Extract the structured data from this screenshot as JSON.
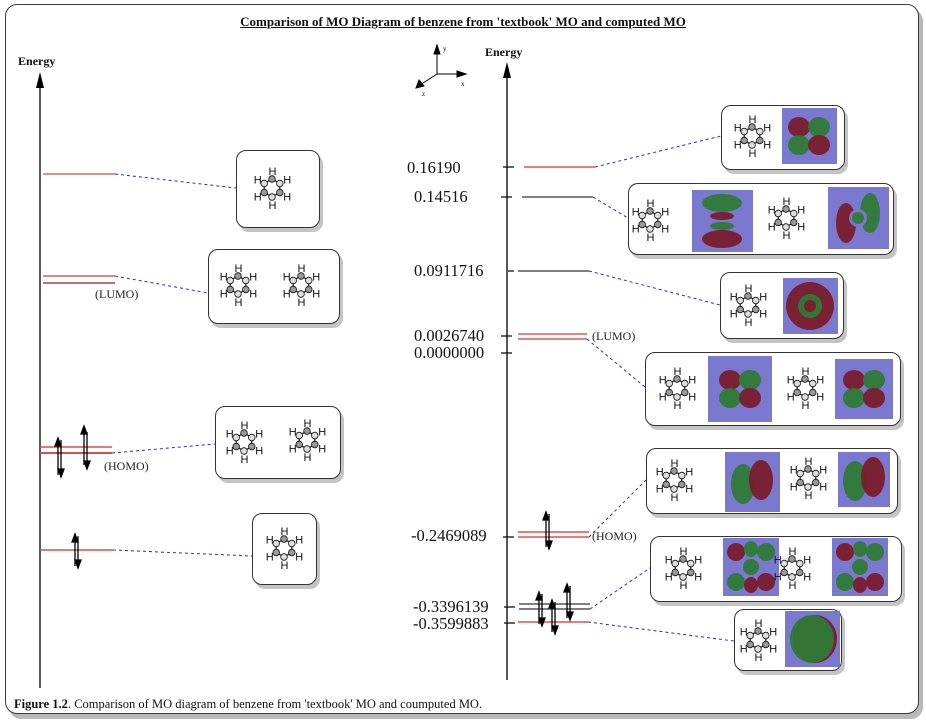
{
  "title": "Comparison of MO Diagram of benzene from 'textbook' MO and computed MO",
  "caption": {
    "label": "Figure 1.2",
    "text": ". Comparison of MO diagram of benzene from 'textbook' MO and coumputed MO."
  },
  "left_panel": {
    "axis_label": "Energy",
    "levels": [
      {
        "id": "l-top",
        "degenerate": 1,
        "color": "#d46a6a",
        "label": "",
        "electrons": 0,
        "orbital_images": 1
      },
      {
        "id": "l-lumo",
        "degenerate": 2,
        "color": "#b03a3a",
        "label": "(LUMO)",
        "electrons": 0,
        "orbital_images": 2
      },
      {
        "id": "l-homo",
        "degenerate": 2,
        "color": "#d94d4d",
        "label": "(HOMO)",
        "electrons": 4,
        "orbital_images": 2
      },
      {
        "id": "l-bottom",
        "degenerate": 1,
        "color": "#d94d4d",
        "label": "",
        "electrons": 2,
        "orbital_images": 1
      }
    ]
  },
  "right_panel": {
    "axis_label": "Energy",
    "axes_triad": {
      "x": "x",
      "y": "y",
      "z": "z"
    },
    "energy_ticks": [
      "0.16190",
      "0.14516",
      "0.0911716",
      "0.0026740",
      "0.0000000",
      "-0.2469089",
      "-0.3396139",
      "-0.3599883"
    ],
    "levels": [
      {
        "energy": "0.16190",
        "degenerate": 1,
        "color": "#e05050",
        "label": "",
        "electrons": 0,
        "orbital_images": 1
      },
      {
        "energy": "0.14516",
        "degenerate": 1,
        "color": "#555555",
        "label": "",
        "electrons": 0,
        "orbital_images": 2
      },
      {
        "energy": "0.0911716",
        "degenerate": 1,
        "color": "#555555",
        "label": "",
        "electrons": 0,
        "orbital_images": 1
      },
      {
        "energy": "0.0026740",
        "degenerate": 2,
        "color": "#e07070",
        "label": "(LUMO)",
        "electrons": 0,
        "orbital_images": 2
      },
      {
        "energy": "-0.2469089",
        "degenerate": 2,
        "color": "#e05050",
        "label": "(HOMO)",
        "electrons": 2,
        "orbital_images": 2
      },
      {
        "energy": "-0.3396139",
        "degenerate": 2,
        "color": "#555555",
        "label": "",
        "electrons": 4,
        "orbital_images": 2
      },
      {
        "energy": "-0.3599883",
        "degenerate": 1,
        "color": "#e05050",
        "label": "",
        "electrons": 2,
        "orbital_images": 1
      }
    ]
  },
  "atom_label": "H",
  "colors": {
    "lobe_positive": "#2e7a36",
    "lobe_negative": "#7a1c2c",
    "orbital_background": "#7b79cf",
    "connector": "#2a2ad0"
  }
}
